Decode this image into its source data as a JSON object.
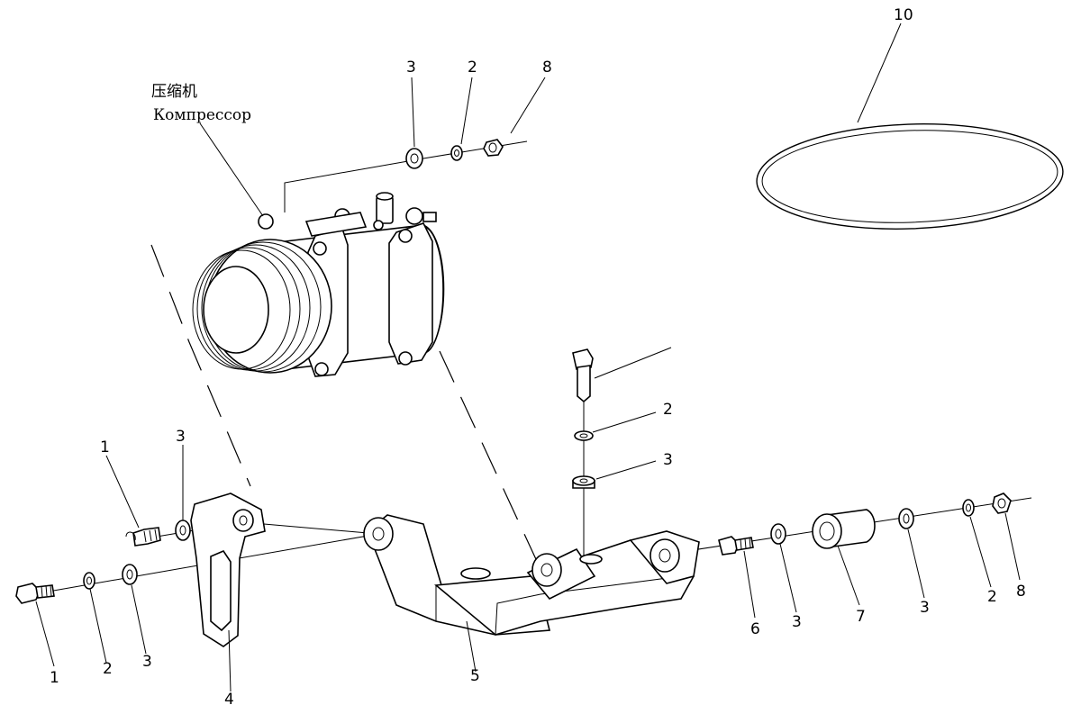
{
  "diagram": {
    "caption_cn": "压缩机",
    "caption_ru": "Компрессор",
    "callouts": {
      "c10": "10",
      "top3": "3",
      "top2": "2",
      "top8": "8",
      "v2": "2",
      "v3": "3",
      "left1a": "1",
      "left3a": "3",
      "bot1": "1",
      "bot2": "2",
      "bot3": "3",
      "bot4": "4",
      "bot5": "5",
      "r6": "6",
      "r3a": "3",
      "r7": "7",
      "r3b": "3",
      "r2": "2",
      "r8": "8"
    }
  }
}
